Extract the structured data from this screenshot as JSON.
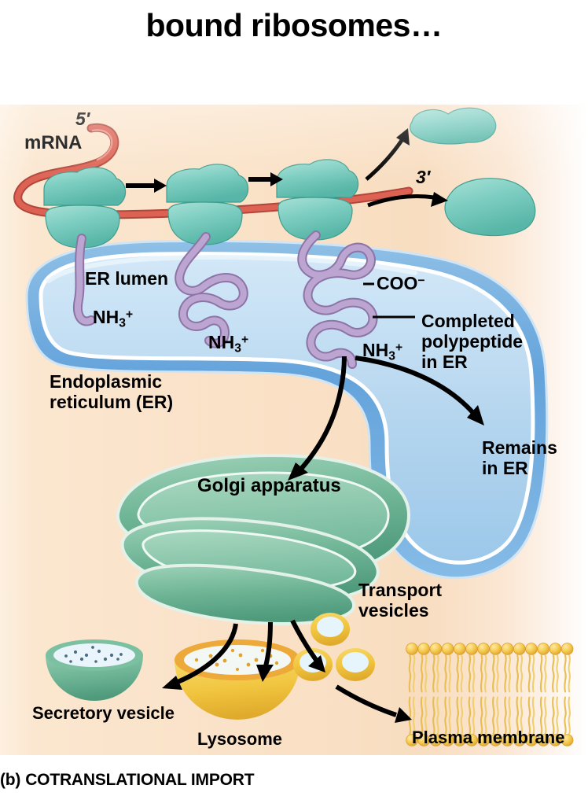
{
  "title": "bound ribosomes…",
  "caption": {
    "label": "(b)",
    "text": "COTRANSLATIONAL IMPORT"
  },
  "labels": {
    "mrna": "mRNA",
    "five_prime": "5′",
    "three_prime": "3′",
    "er_lumen": "ER lumen",
    "nh3_left": "NH",
    "nh3_middle": "NH",
    "nh3_right": "NH",
    "nh3_sub": "3",
    "nh3_sup": "+",
    "coo": "COO",
    "coo_sup": "−",
    "completed_line1": "Completed",
    "completed_line2": "polypeptide",
    "completed_line3": "in ER",
    "endoplasmic_line1": "Endoplasmic",
    "endoplasmic_line2": "reticulum (ER)",
    "remains_line1": "Remains",
    "remains_line2": "in ER",
    "golgi": "Golgi apparatus",
    "transport_line1": "Transport",
    "transport_line2": "vesicles",
    "secretory_vesicle": "Secretory vesicle",
    "lysosome": "Lysosome",
    "plasma_membrane": "Plasma membrane"
  },
  "colors": {
    "background_panel": "#fae1c6",
    "ribosome": "#7fcfc4",
    "ribosome_dark": "#4fae9f",
    "mrna": "#d9584a",
    "polypeptide": "#b9a0ce",
    "polypeptide_dark": "#8d74a6",
    "er_membrane": "#6ba8dc",
    "er_lumen": "#bcd9f0",
    "golgi": "#6cb394",
    "golgi_light": "#9ed0b6",
    "lysosome": "#f2c744",
    "lysosome_rim": "#e8a033",
    "vesicle_fill": "#e7f4fb",
    "arrow": "#000000",
    "text": "#000000"
  },
  "diagram": {
    "type": "cell-biology-process",
    "ribosomes_on_mrna": 3,
    "free_subunits": 2,
    "golgi_cisternae": 3,
    "golgi_output_arrows": 3,
    "transport_vesicles": 3,
    "membrane_heads_per_leaflet": 14,
    "nascent_chains": 3
  }
}
